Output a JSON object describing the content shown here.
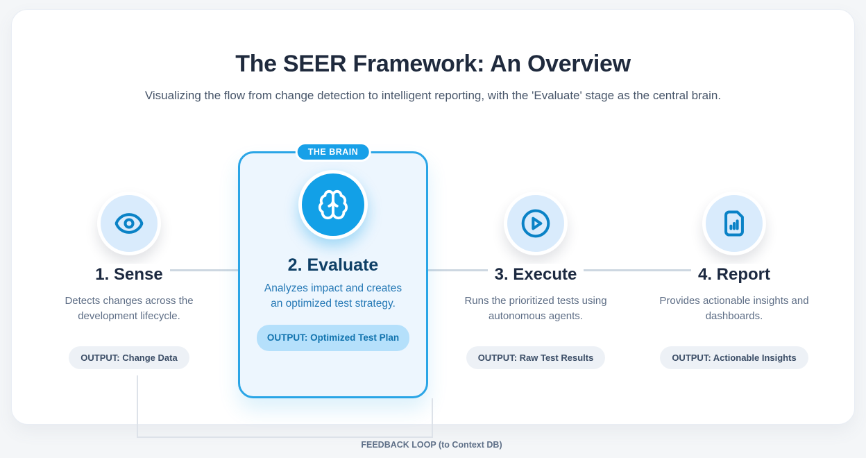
{
  "header": {
    "title": "The SEER Framework: An Overview",
    "subtitle": "Visualizing the flow from change detection to intelligent reporting, with the 'Evaluate' stage as the central brain."
  },
  "stages": [
    {
      "heading": "1. Sense",
      "description": "Detects changes across the development lifecycle.",
      "output": "OUTPUT: Change Data",
      "icon": "eye-icon"
    },
    {
      "badge": "THE BRAIN",
      "heading": "2. Evaluate",
      "description": "Analyzes impact and creates an optimized test strategy.",
      "output": "OUTPUT: Optimized Test Plan",
      "icon": "brain-icon"
    },
    {
      "heading": "3. Execute",
      "description": "Runs the prioritized tests using autonomous agents.",
      "output": "OUTPUT: Raw Test Results",
      "icon": "circle-play-icon"
    },
    {
      "heading": "4. Report",
      "description": "Provides actionable insights and dashboards.",
      "output": "OUTPUT: Actionable Insights",
      "icon": "file-chart-icon"
    }
  ],
  "feedback": {
    "label": "FEEDBACK LOOP (to Context DB)"
  },
  "colors": {
    "accent_blue": "#18a0e8",
    "card_border": "#2aa5e6",
    "card_bg": "#edf6fe",
    "icon_blue": "#0a82c6",
    "light_circle_bg": "#d9ebfc",
    "flow_line": "#cdd7e1",
    "heading_navy": "#1c2940",
    "eval_heading": "#0e3f66",
    "eval_text": "#2478b5",
    "output_pill_bg": "#edf1f6",
    "output_pill_text": "#3b4d66",
    "eval_pill_bg": "#b5e0fb",
    "eval_pill_text": "#1173ae"
  }
}
